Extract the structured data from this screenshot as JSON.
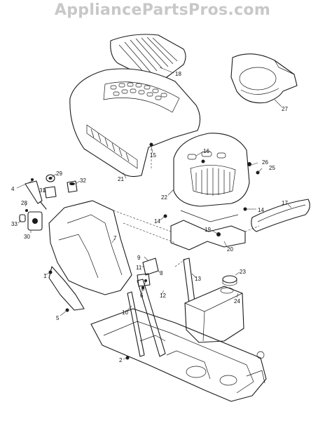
{
  "watermark": "AppliancePartsPros.com",
  "callouts": [
    {
      "key": "1",
      "label": "1"
    },
    {
      "key": "2",
      "label": "2"
    },
    {
      "key": "3",
      "label": "3"
    },
    {
      "key": "4",
      "label": "4"
    },
    {
      "key": "5",
      "label": "5"
    },
    {
      "key": "6",
      "label": "6"
    },
    {
      "key": "7",
      "label": "7"
    },
    {
      "key": "8",
      "label": "8"
    },
    {
      "key": "9",
      "label": "9"
    },
    {
      "key": "10",
      "label": "10"
    },
    {
      "key": "11",
      "label": "11"
    },
    {
      "key": "12",
      "label": "12"
    },
    {
      "key": "13",
      "label": "13"
    },
    {
      "key": "14a",
      "label": "14"
    },
    {
      "key": "14b",
      "label": "14"
    },
    {
      "key": "15",
      "label": "15"
    },
    {
      "key": "16",
      "label": "16"
    },
    {
      "key": "17",
      "label": "17"
    },
    {
      "key": "18",
      "label": "18"
    },
    {
      "key": "19",
      "label": "19"
    },
    {
      "key": "20",
      "label": "20"
    },
    {
      "key": "21",
      "label": "21"
    },
    {
      "key": "22",
      "label": "22"
    },
    {
      "key": "23",
      "label": "23"
    },
    {
      "key": "24",
      "label": "24"
    },
    {
      "key": "25",
      "label": "25"
    },
    {
      "key": "26",
      "label": "26"
    },
    {
      "key": "27",
      "label": "27"
    },
    {
      "key": "28",
      "label": "28"
    },
    {
      "key": "29",
      "label": "29"
    },
    {
      "key": "30",
      "label": "30"
    },
    {
      "key": "31",
      "label": "31"
    },
    {
      "key": "32",
      "label": "32"
    },
    {
      "key": "33",
      "label": "33"
    }
  ]
}
